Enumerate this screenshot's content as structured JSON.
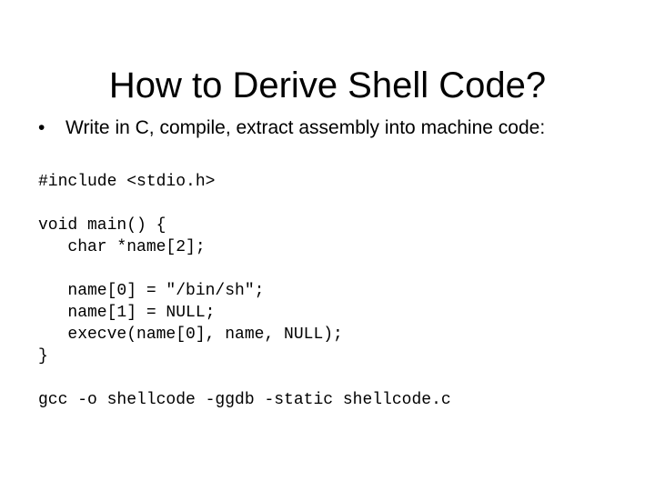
{
  "slide": {
    "title": "How to Derive Shell Code?",
    "background_color": "#ffffff",
    "text_color": "#000000",
    "bullets": [
      {
        "marker": "•",
        "text": "Write in C, compile, extract assembly into machine code:"
      }
    ],
    "code_lines": [
      "#include <stdio.h>",
      "",
      "void main() {",
      "   char *name[2];",
      "",
      "   name[0] = \"/bin/sh\";",
      "   name[1] = NULL;",
      "   execve(name[0], name, NULL);",
      "}"
    ],
    "command_line": "gcc -o shellcode -ggdb -static shellcode.c"
  }
}
